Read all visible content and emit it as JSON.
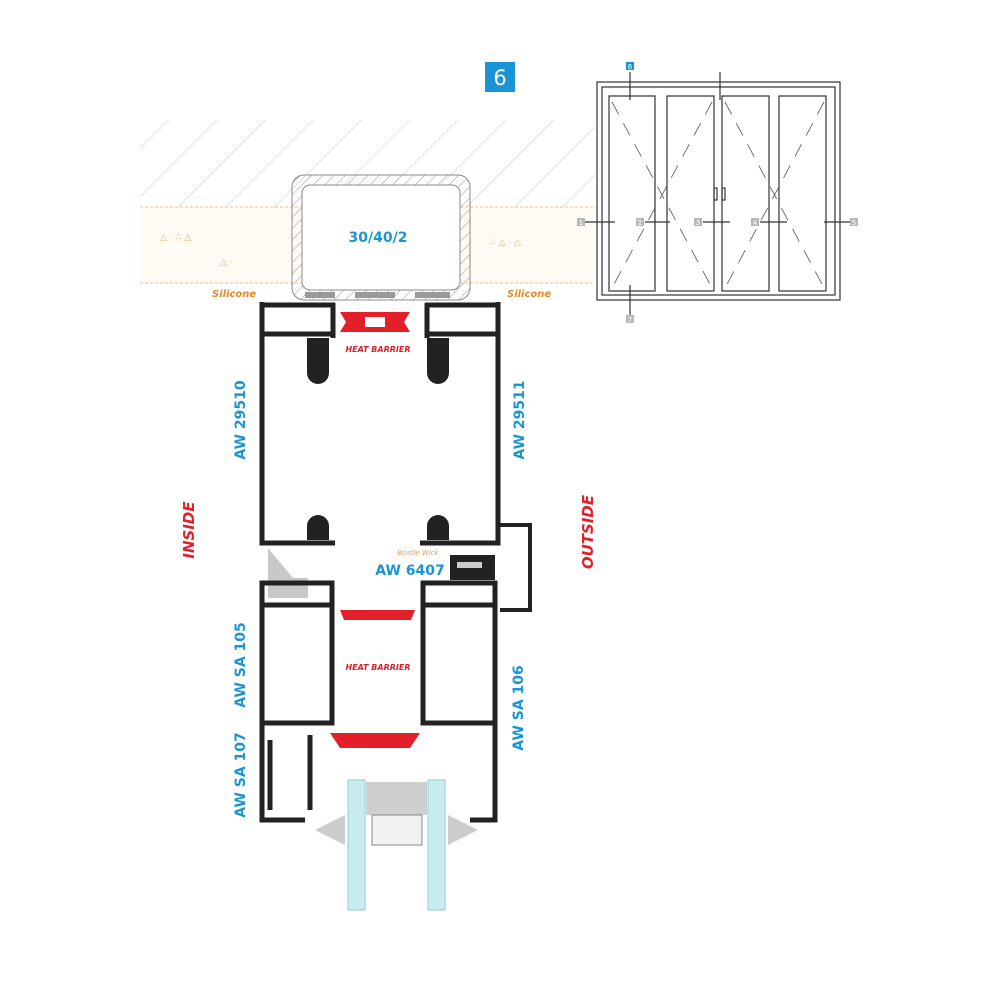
{
  "detail_number": "6",
  "steel_section": "30/40/2",
  "sealant": {
    "left": "Silicone",
    "right": "Silicone"
  },
  "sides": {
    "inside": "INSIDE",
    "outside": "OUTSIDE"
  },
  "heat_barrier_top": "HEAT BARRIER",
  "heat_barrier_bottom": "HEAT BARRIER",
  "bristle": "Bristle Wick",
  "profiles": {
    "frame_inside": "AW 29510",
    "frame_outside": "AW 29511",
    "threshold": "AW 6407",
    "sash_inside": "AW SA 105",
    "sash_outside": "AW SA 106",
    "bead": "AW SA 107"
  },
  "elevation": {
    "section_markers": [
      "1",
      "2",
      "3",
      "4",
      "5"
    ],
    "top_marker": "6",
    "bottom_marker": "7"
  },
  "colors": {
    "accent_blue": "#1a95d4",
    "heat_barrier_red": "#e3202a",
    "sealant_orange": "#e08a2a",
    "glass": "#c9ecf0"
  }
}
